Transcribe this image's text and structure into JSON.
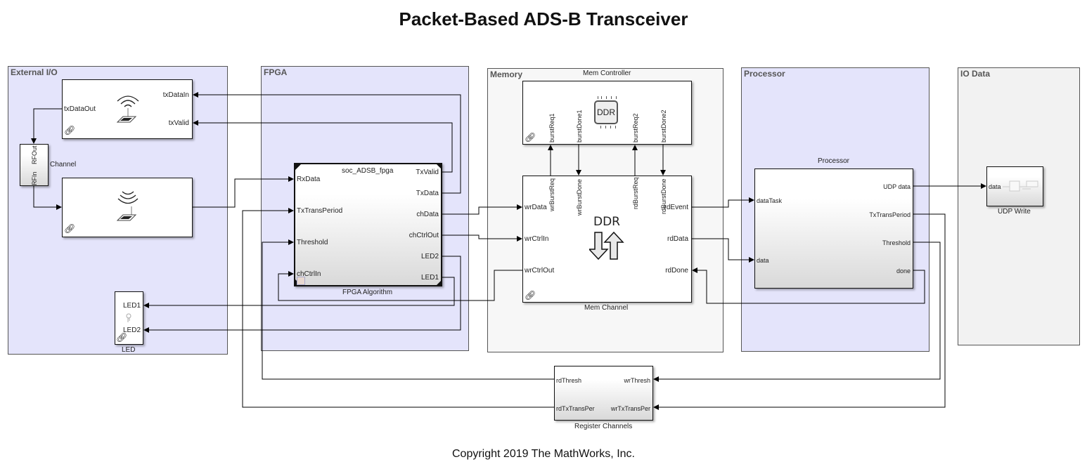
{
  "title": "Packet-Based ADS-B Transceiver",
  "copyright": "Copyright 2019 The MathWorks, Inc.",
  "areas": {
    "external_io": "External I/O",
    "fpga": "FPGA",
    "memory": "Memory",
    "processor": "Processor",
    "io_data": "IO Data"
  },
  "blocks": {
    "tx_radio": {
      "ports_in": [
        "txDataIn",
        "txValid"
      ],
      "ports_out": [
        "txDataOut"
      ],
      "icon": "wireless-transmitter-icon"
    },
    "rx_radio": {
      "icon": "wireless-receiver-icon"
    },
    "channel": {
      "label": "Channel",
      "ports": [
        "RFOut",
        "RFIn"
      ]
    },
    "led": {
      "label": "LED",
      "ports_in": [
        "LED1",
        "LED2"
      ],
      "icon": "led-bulb-icon"
    },
    "fpga_algorithm": {
      "label": "FPGA Algorithm",
      "model_name": "soc_ADSB_fpga",
      "ports_in": [
        "RxData",
        "TxTransPeriod",
        "Threshold",
        "chCtrlIn"
      ],
      "ports_out": [
        "TxValid",
        "TxData",
        "chData",
        "chCtrlOut",
        "LED2",
        "LED1"
      ]
    },
    "mem_controller": {
      "label": "Mem Controller",
      "icon_text": "DDR",
      "ports": [
        "burstReq1",
        "burstDone1",
        "burstReq2",
        "burstDone2"
      ]
    },
    "mem_channel": {
      "label": "Mem Channel",
      "icon_text": "DDR",
      "top_ports": [
        "wrBurstReq",
        "wrBurstDone",
        "rdBurstReq",
        "rdBurstDone"
      ],
      "ports_in": [
        "wrData",
        "wrCtrlIn",
        "rdDone"
      ],
      "ports_out": [
        "wrCtrlOut",
        "rdEvent",
        "rdData"
      ]
    },
    "processor": {
      "label": "Processor",
      "ports_in": [
        "dataTask",
        "data"
      ],
      "ports_out": [
        "UDP data",
        "TxTransPeriod",
        "Threshold",
        "done"
      ]
    },
    "udp_write": {
      "label": "UDP Write",
      "ports_in": [
        "data"
      ]
    },
    "register_channels": {
      "label": "Register Channels",
      "ports_left": [
        "rdThresh",
        "rdTxTransPer"
      ],
      "ports_right": [
        "wrThresh",
        "wrTxTransPer"
      ]
    }
  },
  "colors": {
    "subsystem_area": "#e4e4fb",
    "memory_area": "#f7f7f7",
    "io_area": "#f2f2f2",
    "wire": "#000000"
  }
}
